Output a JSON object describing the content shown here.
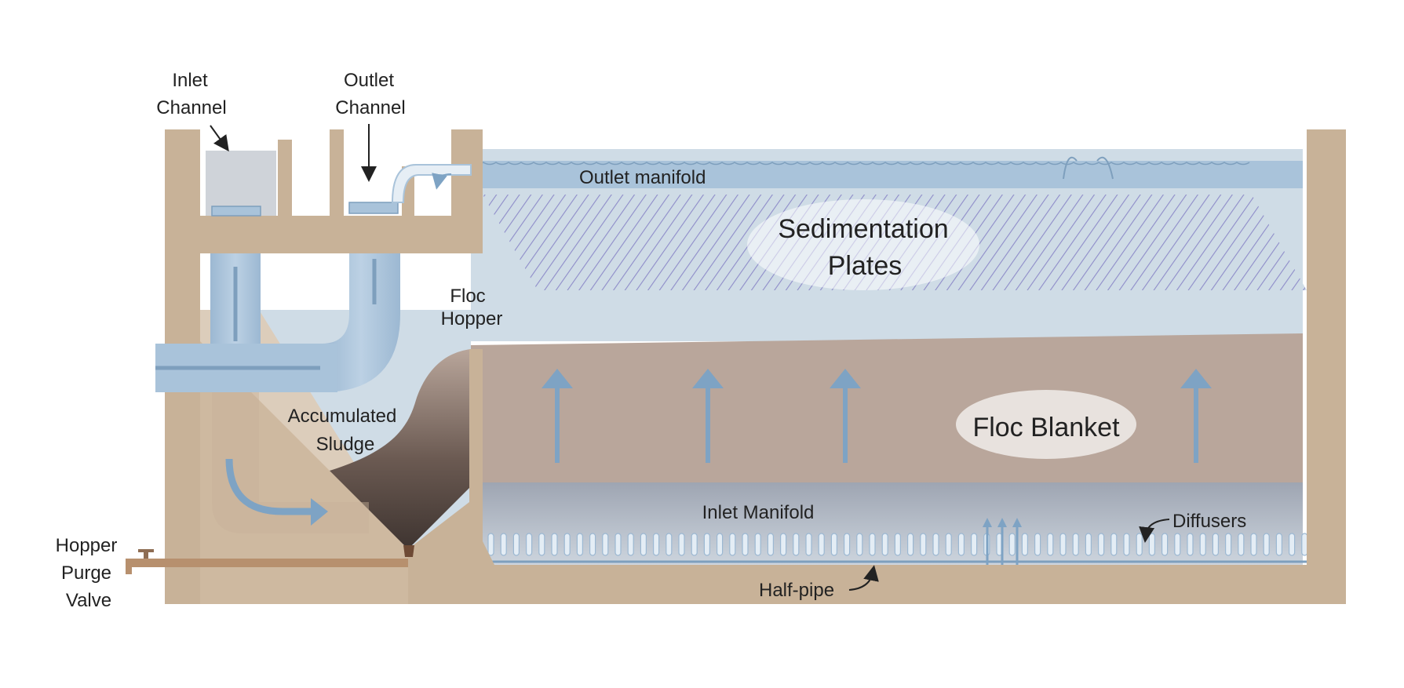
{
  "labels": {
    "inlet_channel": [
      "Inlet",
      "Channel"
    ],
    "outlet_channel": [
      "Outlet",
      "Channel"
    ],
    "outlet_manifold": "Outlet manifold",
    "sedimentation_plates": [
      "Sedimentation",
      "Plates"
    ],
    "floc_hopper": [
      "Floc",
      "Hopper"
    ],
    "accumulated_sludge": [
      "Accumulated",
      "Sludge"
    ],
    "floc_blanket": "Floc Blanket",
    "inlet_manifold": "Inlet Manifold",
    "diffusers": "Diffusers",
    "hopper_purge_valve": [
      "Hopper",
      "Purge",
      "Valve"
    ],
    "half_pipe": "Half-pipe"
  },
  "colors": {
    "concrete": "#c8b298",
    "concrete_light": "#dccdbb",
    "water": "#cfdce6",
    "manifold": "#a9c3da",
    "pipe": "#a9c3da",
    "pipe_stroke": "#7e9fbd",
    "floc_blanket": "#b9a69b",
    "sludge_dark": "#4a3f3a",
    "arrow": "#7ea3c4",
    "plates": "#8e8cc9",
    "inlet_fill": "#cfd3d9"
  }
}
